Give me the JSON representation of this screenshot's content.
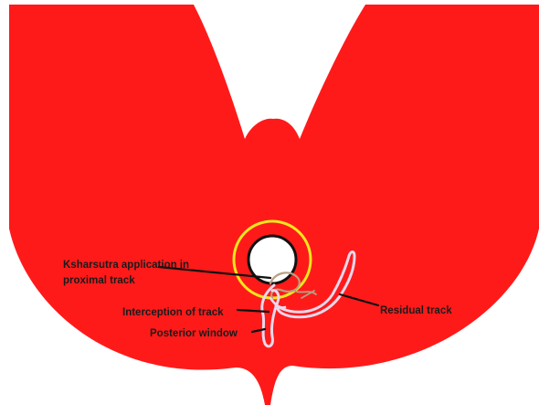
{
  "labels": {
    "ksharsutra_line1": "Ksharsutra application in",
    "ksharsutra_line2": "proximal track",
    "interception": "Interception of track",
    "posterior_window": "Posterior window",
    "residual": "Residual track"
  },
  "colors": {
    "background": "#ffffff",
    "body": "#ff1a1a",
    "ring": "#f0e61e",
    "anus_outline": "#111111",
    "anus_fill": "#ffffff",
    "thread_light": "#e8d8ec",
    "thread_dark": "#b8a080",
    "leader": "#111111"
  }
}
